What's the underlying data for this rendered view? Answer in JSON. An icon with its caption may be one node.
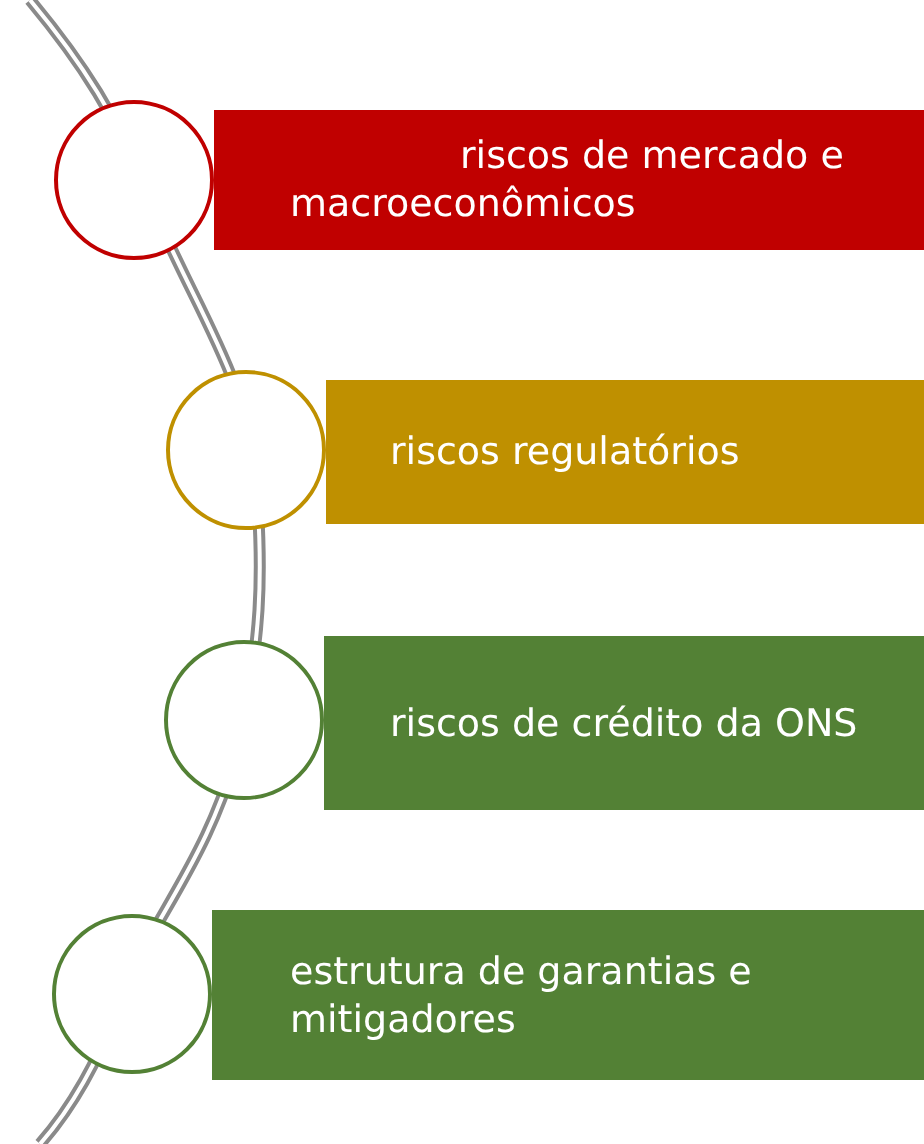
{
  "diagram": {
    "nodes": [
      {
        "text": [],
        "shape": "circle"
      },
      {
        "text": [
          "riscos de mercado e macroeconômicos"
        ]
      },
      {
        "text": [],
        "shape": "circle"
      },
      {
        "text": [
          "riscos regulatórios"
        ]
      },
      {
        "text": [],
        "shape": "circle"
      },
      {
        "text": [
          "riscos de crédito da ONS"
        ]
      },
      {
        "text": [],
        "shape": "circle"
      },
      {
        "text": [
          "estrutura de garantias e mitigadores"
        ]
      }
    ]
  }
}
